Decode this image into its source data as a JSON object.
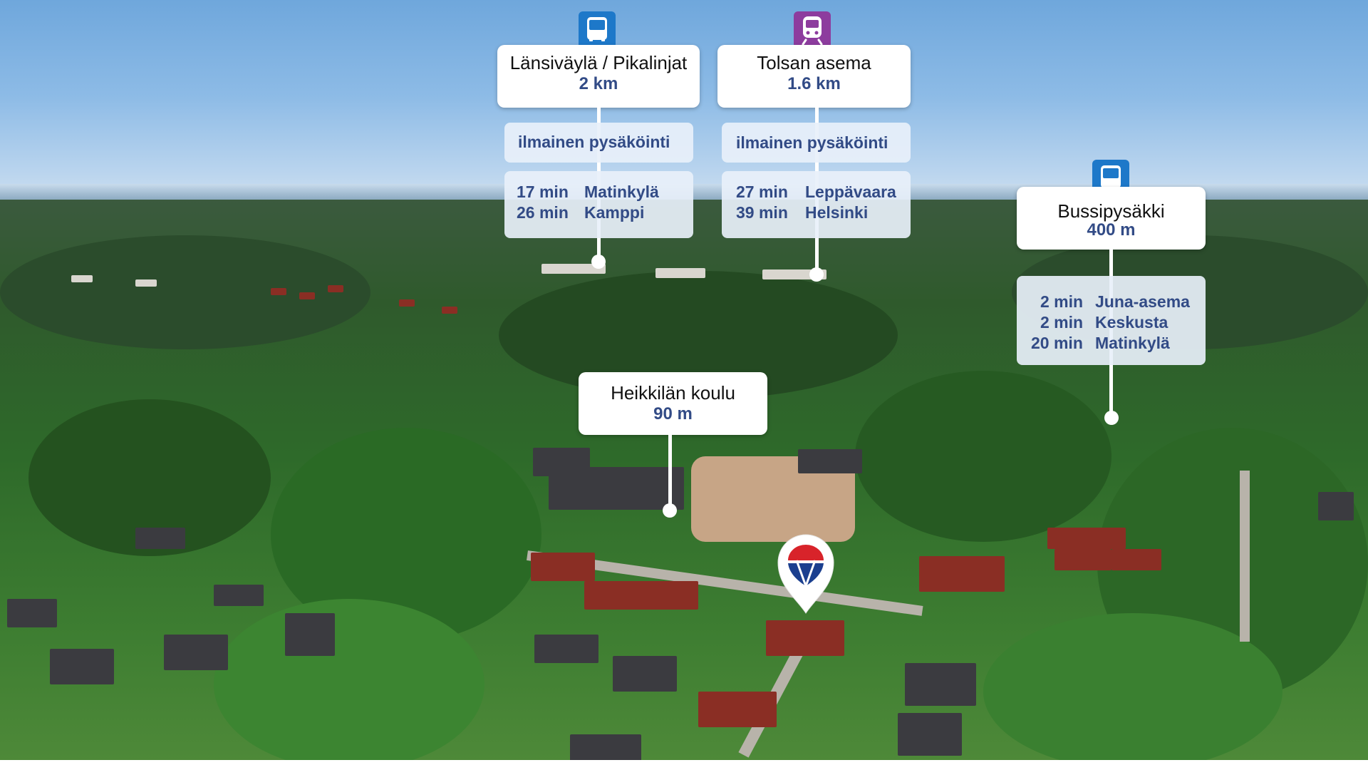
{
  "poi": [
    {
      "title": "Länsiväylä / Pikalinjat",
      "distance": "2 km",
      "icon": "bus-icon",
      "parking": "ilmainen pysäköinti",
      "routes": [
        {
          "time": "17 min",
          "dest": "Matinkylä"
        },
        {
          "time": "26 min",
          "dest": "Kamppi"
        }
      ]
    },
    {
      "title": "Tolsan asema",
      "distance": "1.6 km",
      "icon": "train-icon",
      "parking": "ilmainen pysäköinti",
      "routes": [
        {
          "time": "27 min",
          "dest": "Leppävaara"
        },
        {
          "time": "39 min",
          "dest": "Helsinki"
        }
      ]
    },
    {
      "title": "Bussipysäkki",
      "distance": "400 m",
      "icon": "bus-icon",
      "routes": [
        {
          "time": "2 min",
          "dest": "Juna-asema"
        },
        {
          "time": "2 min",
          "dest": "Keskusta"
        },
        {
          "time": "20 min",
          "dest": "Matinkylä"
        }
      ]
    },
    {
      "title": "Heikkilän koulu",
      "distance": "90 m"
    }
  ],
  "colors": {
    "distance_text": "#324b86",
    "bus_icon_bg": "#1d78c9",
    "train_icon_bg": "#8d3c9e",
    "pin_red": "#d8232a",
    "pin_blue": "#1b3f8f"
  },
  "pin": {
    "icon": "balloon-logo-icon"
  }
}
